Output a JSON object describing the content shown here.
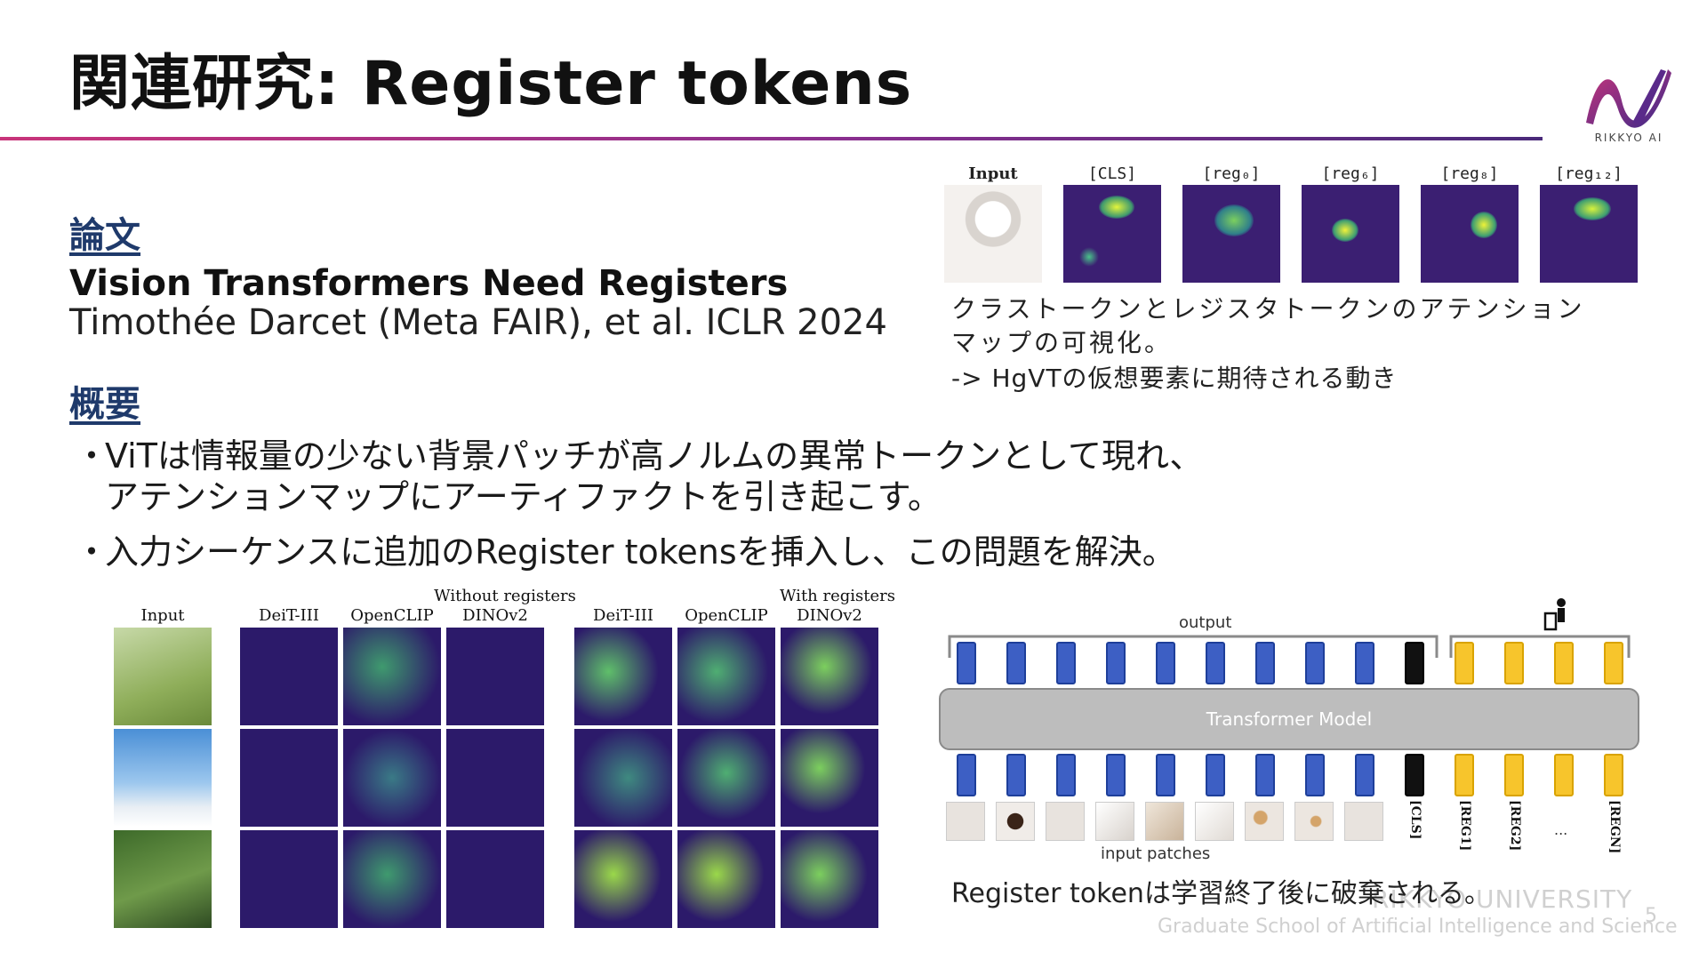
{
  "slide": {
    "title": "関連研究: Register tokens",
    "logo_text": "RIKKYO AI",
    "page_number": "5"
  },
  "paper": {
    "heading": "論文",
    "title": "Vision Transformers Need Registers",
    "authors": "Timothée Darcet (Meta FAIR), et al. ICLR 2024"
  },
  "summary": {
    "heading": "概要",
    "bullet_marker": "・",
    "bullet1_line1": "ViTは情報量の少ない背景パッチが高ノルムの異常トークンとして現れ、",
    "bullet1_line2": "アテンションマップにアーティファクトを引き起こす。",
    "bullet2": "入力シーケンスに追加のRegister tokensを挿入し、この問題を解決。"
  },
  "attention_figure": {
    "labels": [
      "Input",
      "[CLS]",
      "[reg₀]",
      "[reg₆]",
      "[reg₈]",
      "[reg₁₂]"
    ],
    "caption_line1": "クラストークンとレジスタトークンのアテンション",
    "caption_line2": "マップの可視化。",
    "caption_line3": "-> HgVTの仮想要素に期待される動き"
  },
  "register_figure": {
    "group_left": "Without registers",
    "group_right": "With registers",
    "input_label": "Input",
    "models": [
      "DeiT-III",
      "OpenCLIP",
      "DINOv2"
    ]
  },
  "diagram": {
    "output_label": "output",
    "transformer_label": "Transformer Model",
    "input_label": "input patches",
    "token_names": [
      "[CLS]",
      "[REG1]",
      "[REG2]",
      "...",
      "[REGN]"
    ],
    "caption": "Register tokenは学習終了後に破棄される。"
  },
  "footer": {
    "university": "RIKKYO UNIVERSITY",
    "school": "Graduate School of Artificial Intelligence and Science"
  },
  "colors": {
    "accent_pink": "#c8347a",
    "accent_purple": "#4a2a7a",
    "heading_blue": "#1f3a6b",
    "token_blue": "#3d5fc4",
    "token_yellow": "#f7c52c",
    "heatmap_base": "#2c1a6a"
  }
}
